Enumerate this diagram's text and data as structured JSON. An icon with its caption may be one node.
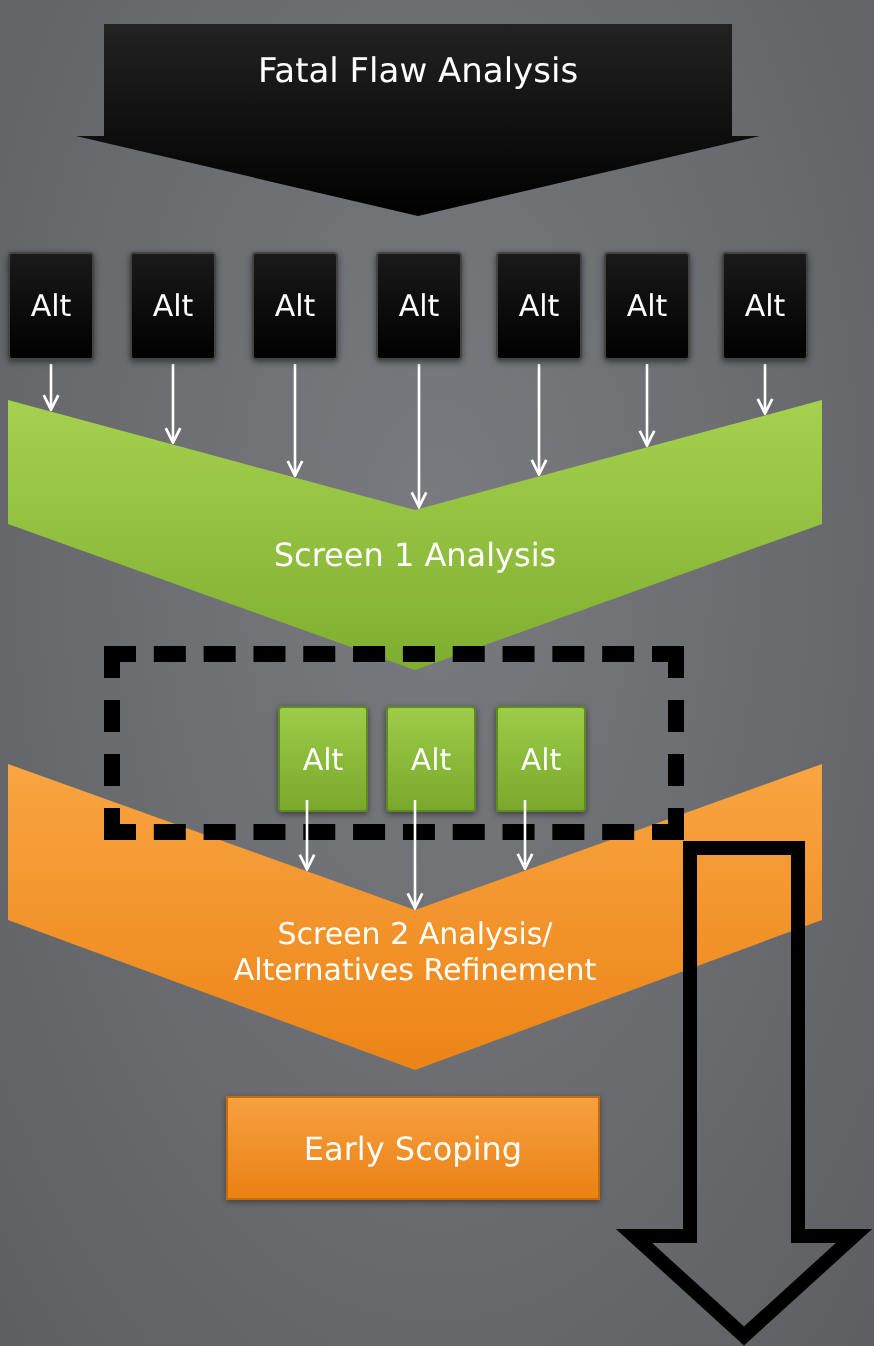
{
  "diagram": {
    "nodes": [
      {
        "text": [
          "Fatal Flaw Analysis"
        ]
      },
      {
        "text": [
          "Alt"
        ]
      },
      {
        "text": [
          "Alt"
        ]
      },
      {
        "text": [
          "Alt"
        ]
      },
      {
        "text": [
          "Alt"
        ]
      },
      {
        "text": [
          "Alt"
        ]
      },
      {
        "text": [
          "Alt"
        ]
      },
      {
        "text": [
          "Alt"
        ]
      },
      {
        "text": [
          "Screen 1 Analysis"
        ]
      },
      {
        "text": [],
        "shape": "box"
      },
      {
        "text": [
          "Alt"
        ],
        "in": 9
      },
      {
        "text": [
          "Alt"
        ],
        "in": 9
      },
      {
        "text": [
          "Alt"
        ],
        "in": 9
      },
      {
        "text": [
          "Screen 2 Analysis/ Alternatives Refinement"
        ]
      },
      {
        "text": [
          "Early Scoping"
        ]
      }
    ],
    "edges": [
      {
        "from": 1,
        "to": 8,
        "arrow": "to"
      },
      {
        "from": 2,
        "to": 8,
        "arrow": "to"
      },
      {
        "from": 3,
        "to": 8,
        "arrow": "to"
      },
      {
        "from": 4,
        "to": 8,
        "arrow": "to"
      },
      {
        "from": 5,
        "to": 8,
        "arrow": "to"
      },
      {
        "from": 6,
        "to": 8,
        "arrow": "to"
      },
      {
        "from": 7,
        "to": 8,
        "arrow": "to"
      },
      {
        "from": 10,
        "to": 13,
        "arrow": "to"
      },
      {
        "from": 11,
        "to": 13,
        "arrow": "to"
      },
      {
        "from": 12,
        "to": 13,
        "arrow": "to"
      },
      {
        "from": 9,
        "to": null,
        "arrow": "to",
        "style": "thick",
        "color": "#000000"
      }
    ]
  }
}
